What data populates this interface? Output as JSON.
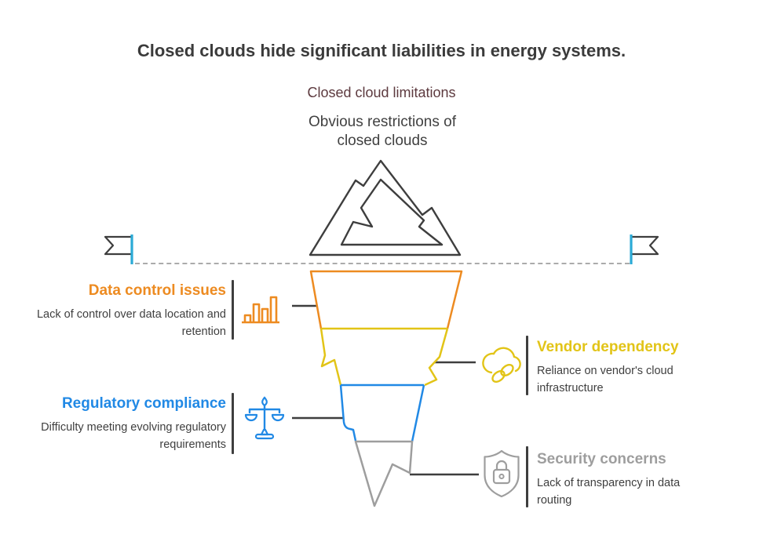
{
  "title": "Closed clouds hide significant liabilities in energy systems.",
  "header": {
    "label": "Closed cloud limitations",
    "sublabel": "Obvious restrictions of closed clouds"
  },
  "colors": {
    "orange": "#ED8B21",
    "yellow": "#E2C417",
    "blue": "#2189E5",
    "gray": "#9E9E9E",
    "dark_line": "#3E3E3E",
    "title_text": "#3B3B3B",
    "header_maroon": "#5D3A3F",
    "body_text": "#3F3F3F",
    "flag_pole_cyan": "#2BAAD6",
    "waterline_gray": "#ABABAB"
  },
  "icons": {
    "mountain": "mountain-icon",
    "flag_left": "flag-icon",
    "flag_right": "flag-icon",
    "data_control": "bar-chart-icon",
    "vendor": "cloud-link-icon",
    "regulatory": "scales-icon",
    "security": "shield-lock-icon"
  },
  "blocks": [
    {
      "id": "data-control",
      "title": "Data control issues",
      "description": "Lack of control over data location and retention",
      "color": "#ED8B21",
      "side": "left",
      "icon": "bar-chart-icon"
    },
    {
      "id": "vendor-dependency",
      "title": "Vendor dependency",
      "description": "Reliance on vendor's cloud infrastructure",
      "color": "#E2C417",
      "side": "right",
      "icon": "cloud-link-icon"
    },
    {
      "id": "regulatory-compliance",
      "title": "Regulatory compliance",
      "description": "Difficulty meeting evolving regulatory requirements",
      "color": "#2189E5",
      "side": "left",
      "icon": "scales-icon"
    },
    {
      "id": "security-concerns",
      "title": "Security concerns",
      "description": "Lack of transparency in data routing",
      "color": "#9E9E9E",
      "side": "right",
      "icon": "shield-lock-icon"
    }
  ]
}
